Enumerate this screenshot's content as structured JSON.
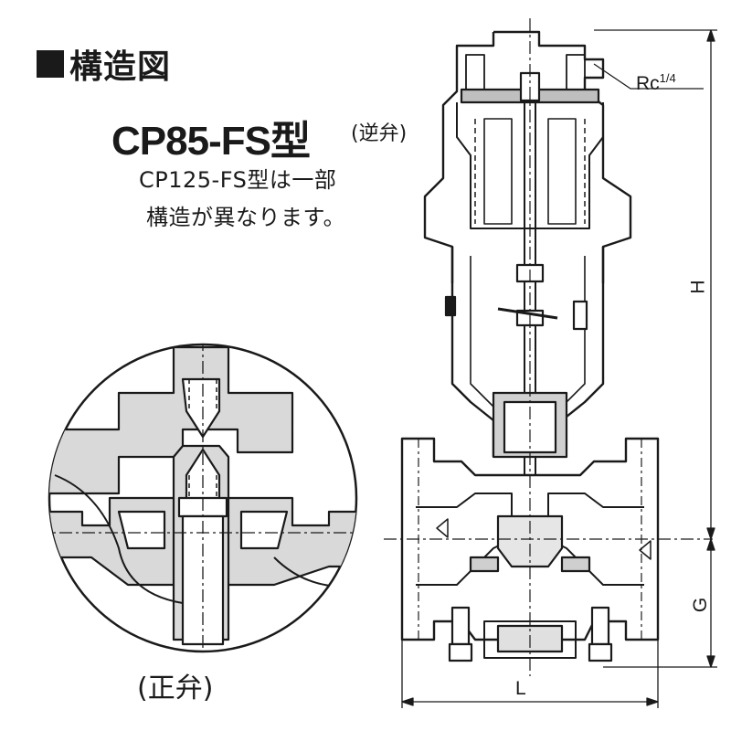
{
  "heading": "構造図",
  "model": "CP85-FS型",
  "model_note": "(逆弁)",
  "note_line1": "CP125-FS型は一部",
  "note_line2": "構造が異なります。",
  "detail_caption": "(正弁)",
  "port_label": "Rc",
  "port_size": "1/4",
  "dimensions": {
    "height": "H",
    "center": "G",
    "length": "L"
  }
}
